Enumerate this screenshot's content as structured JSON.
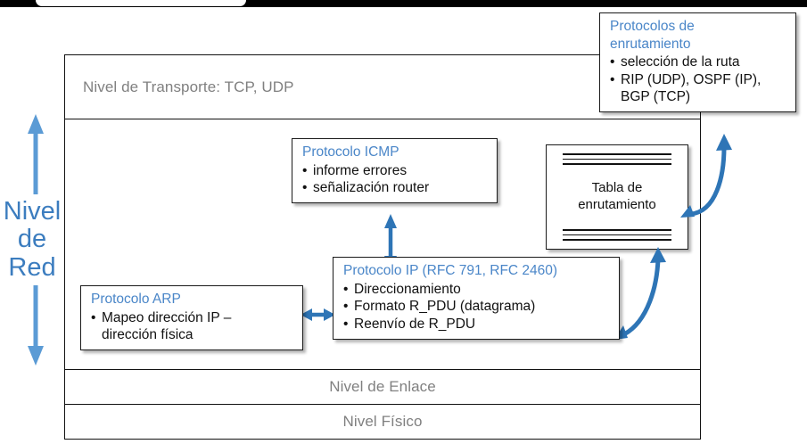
{
  "diagram": {
    "title_hidden": "",
    "colors": {
      "accent_blue": "#4a86c8",
      "arrow_blue": "#2e75b6",
      "light_arrow_blue": "#5b9bd5",
      "layer_gray": "#808080",
      "frame_black": "#111111"
    }
  },
  "layers": {
    "transport": "Nivel de Transporte: TCP, UDP",
    "link": "Nivel de Enlace",
    "physical": "Nivel Físico"
  },
  "side_label": {
    "line1": "Nivel",
    "line2": "de",
    "line3": "Red",
    "text": "Nivel\nde\nRed"
  },
  "boxes": {
    "routing_protocols": {
      "title": "Protocolos de\nenrutamiento",
      "bullets": [
        "selección de la ruta",
        "RIP (UDP), OSPF (IP),\nBGP (TCP)"
      ]
    },
    "icmp": {
      "title": "Protocolo ICMP",
      "bullets": [
        "informe errores",
        "señalización router"
      ]
    },
    "ip": {
      "title": "Protocolo IP (RFC 791, RFC 2460)",
      "bullets": [
        "Direccionamiento",
        "Formato R_PDU (datagrama)",
        "Reenvío de R_PDU"
      ]
    },
    "arp": {
      "title": "Protocolo ARP",
      "bullets": [
        "Mapeo dirección IP –\ndirección física"
      ]
    }
  },
  "routing_table": {
    "label": "Tabla de\nenrutamiento"
  }
}
